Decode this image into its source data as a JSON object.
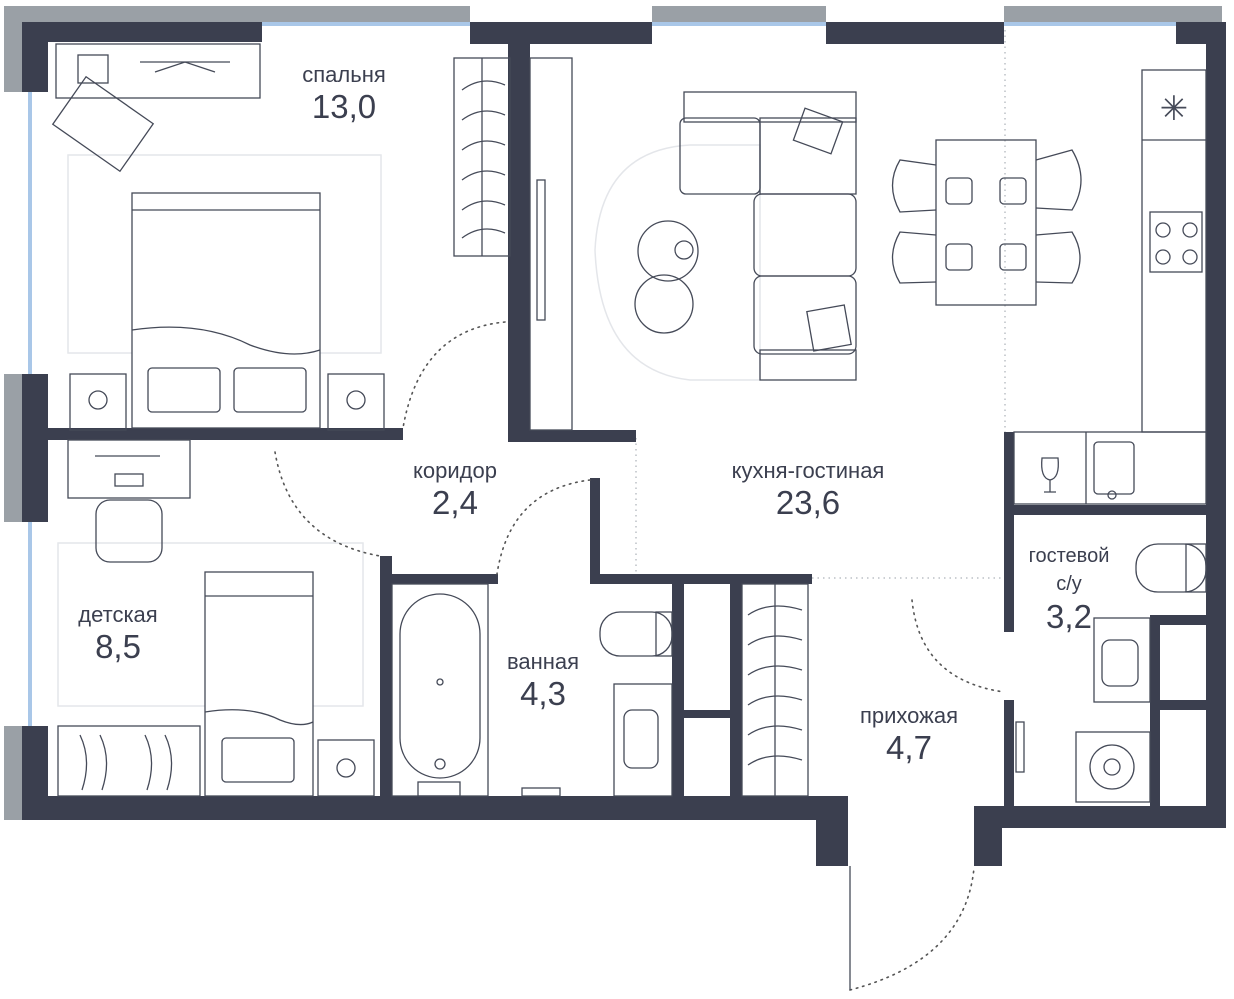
{
  "rooms": [
    {
      "name": "спальня",
      "area": "13,0"
    },
    {
      "name": "коридор",
      "area": "2,4"
    },
    {
      "name": "кухня-гостиная",
      "area": "23,6"
    },
    {
      "name": "детская",
      "area": "8,5"
    },
    {
      "name": "ванная",
      "area": "4,3"
    },
    {
      "name": "прихожая",
      "area": "4,7"
    },
    {
      "name_line1": "гостевой",
      "name_line2": "с/у",
      "area": "3,2"
    }
  ],
  "colors": {
    "wall": "#3b3f4f",
    "window": "#a9c7e8"
  }
}
